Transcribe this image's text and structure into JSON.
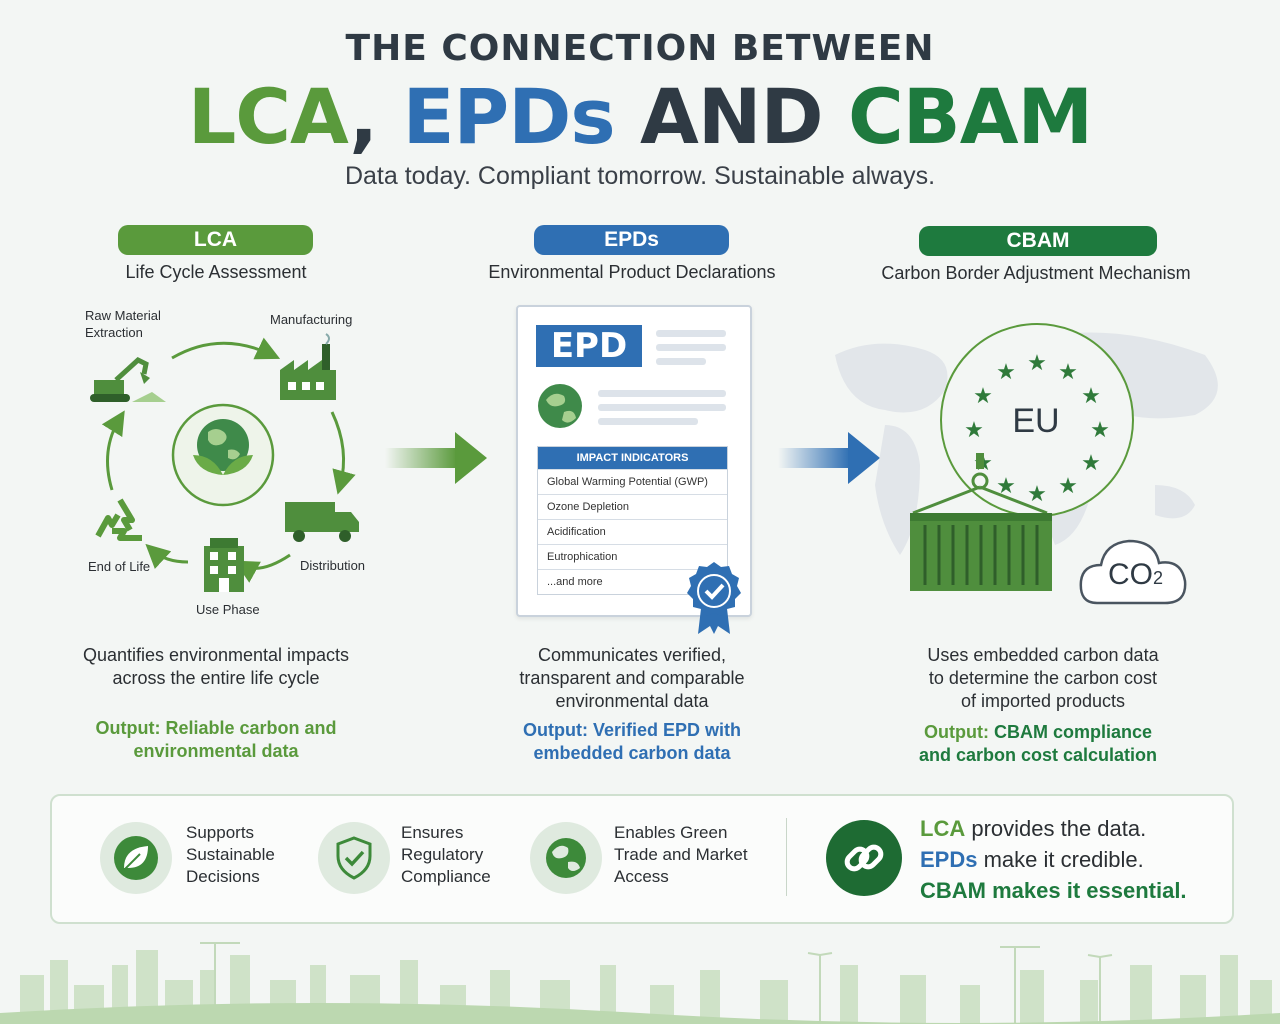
{
  "header": {
    "title_top": "THE CONNECTION BETWEEN",
    "title_lca": "LCA",
    "title_comma": ",",
    "title_epds": "EPDs",
    "title_and": "AND",
    "title_cbam": "CBAM",
    "tagline": "Data today. Compliant tomorrow. Sustainable always."
  },
  "colors": {
    "lca_green": "#5a9a3c",
    "epd_blue": "#2f6fb3",
    "cbam_green": "#1e7a3e"
  },
  "lca": {
    "pill": "LCA",
    "subtitle": "Life Cycle Assessment",
    "stages": {
      "raw_line1": "Raw Material",
      "raw_line2": "Extraction",
      "manufacturing": "Manufacturing",
      "distribution": "Distribution",
      "use_phase": "Use Phase",
      "end_of_life": "End of Life"
    },
    "desc_line1": "Quantifies environmental impacts",
    "desc_line2": "across the entire life cycle",
    "out_line1": "Output: Reliable carbon and",
    "out_line2": "environmental data"
  },
  "epd": {
    "pill": "EPDs",
    "subtitle": "Environmental Product Declarations",
    "badge": "EPD",
    "impact_header": "IMPACT INDICATORS",
    "impact_rows": [
      "Global Warming Potential (GWP)",
      "Ozone Depletion",
      "Acidification",
      "Eutrophication",
      "...and more"
    ],
    "desc_line1": "Communicates verified,",
    "desc_line2": "transparent and comparable",
    "desc_line3": "environmental data",
    "out_line1": "Output: Verified EPD with",
    "out_line2": "embedded carbon data"
  },
  "cbam": {
    "pill": "CBAM",
    "subtitle": "Carbon Border Adjustment Mechanism",
    "eu_label": "EU",
    "co2_main": "CO",
    "co2_sub": "2",
    "desc_line1": "Uses embedded carbon data",
    "desc_line2": "to determine the carbon cost",
    "desc_line3": "of imported products",
    "out_prefix": "Output:",
    "out_line1_rest": " CBAM compliance",
    "out_line2": "and carbon cost calculation"
  },
  "benefits": [
    {
      "line1": "Supports",
      "line2": "Sustainable",
      "line3": "Decisions",
      "icon": "leaf-icon"
    },
    {
      "line1": "Ensures",
      "line2": "Regulatory",
      "line3": "Compliance",
      "icon": "shield-check-icon"
    },
    {
      "line1": "Enables Green",
      "line2": "Trade and Market",
      "line3": "Access",
      "icon": "globe-icon"
    }
  ],
  "slogan": {
    "l1_bold": "LCA",
    "l1_rest": " provides the data.",
    "l2_bold": "EPDs",
    "l2_rest": " make it credible.",
    "l3": "CBAM makes it essential."
  }
}
